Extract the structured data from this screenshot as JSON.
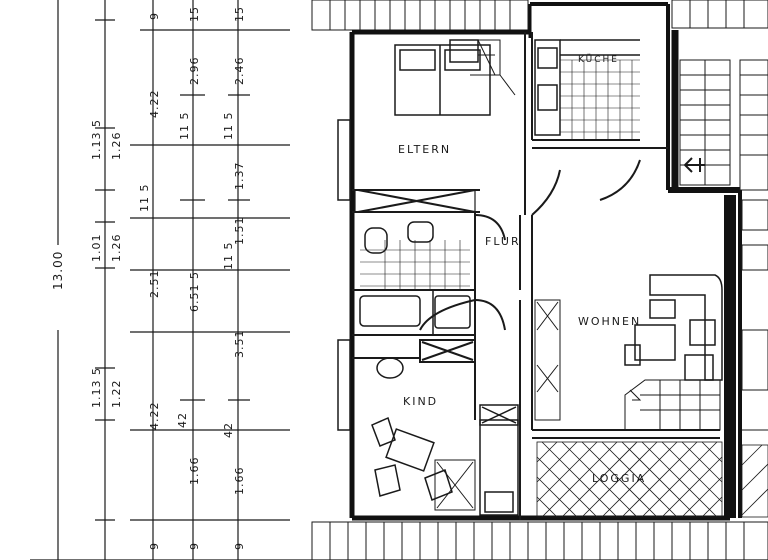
{
  "plan": {
    "rooms": {
      "eltern": "ELTERN",
      "kueche": "KÜCHE",
      "flur": "FLUR",
      "wohnen": "WOHNEN",
      "kind": "KIND",
      "loggia": "LOGGIA"
    },
    "dimensions": {
      "total": "13.00",
      "col1": [
        "1.13 5",
        "1.26",
        "1.01",
        "1.26",
        "1.13 5",
        "1.22"
      ],
      "col2": [
        "9",
        "4.22",
        "11 5",
        "2.51",
        "4.22",
        "9"
      ],
      "col3": [
        "15",
        "2.96",
        "11 5",
        "6.51 5",
        "42",
        "1.66",
        "9"
      ],
      "col4": [
        "15",
        "2.46",
        "11 5",
        "1.37",
        "1.51",
        "11 5",
        "3.51",
        "42",
        "1.66",
        "9"
      ]
    }
  }
}
